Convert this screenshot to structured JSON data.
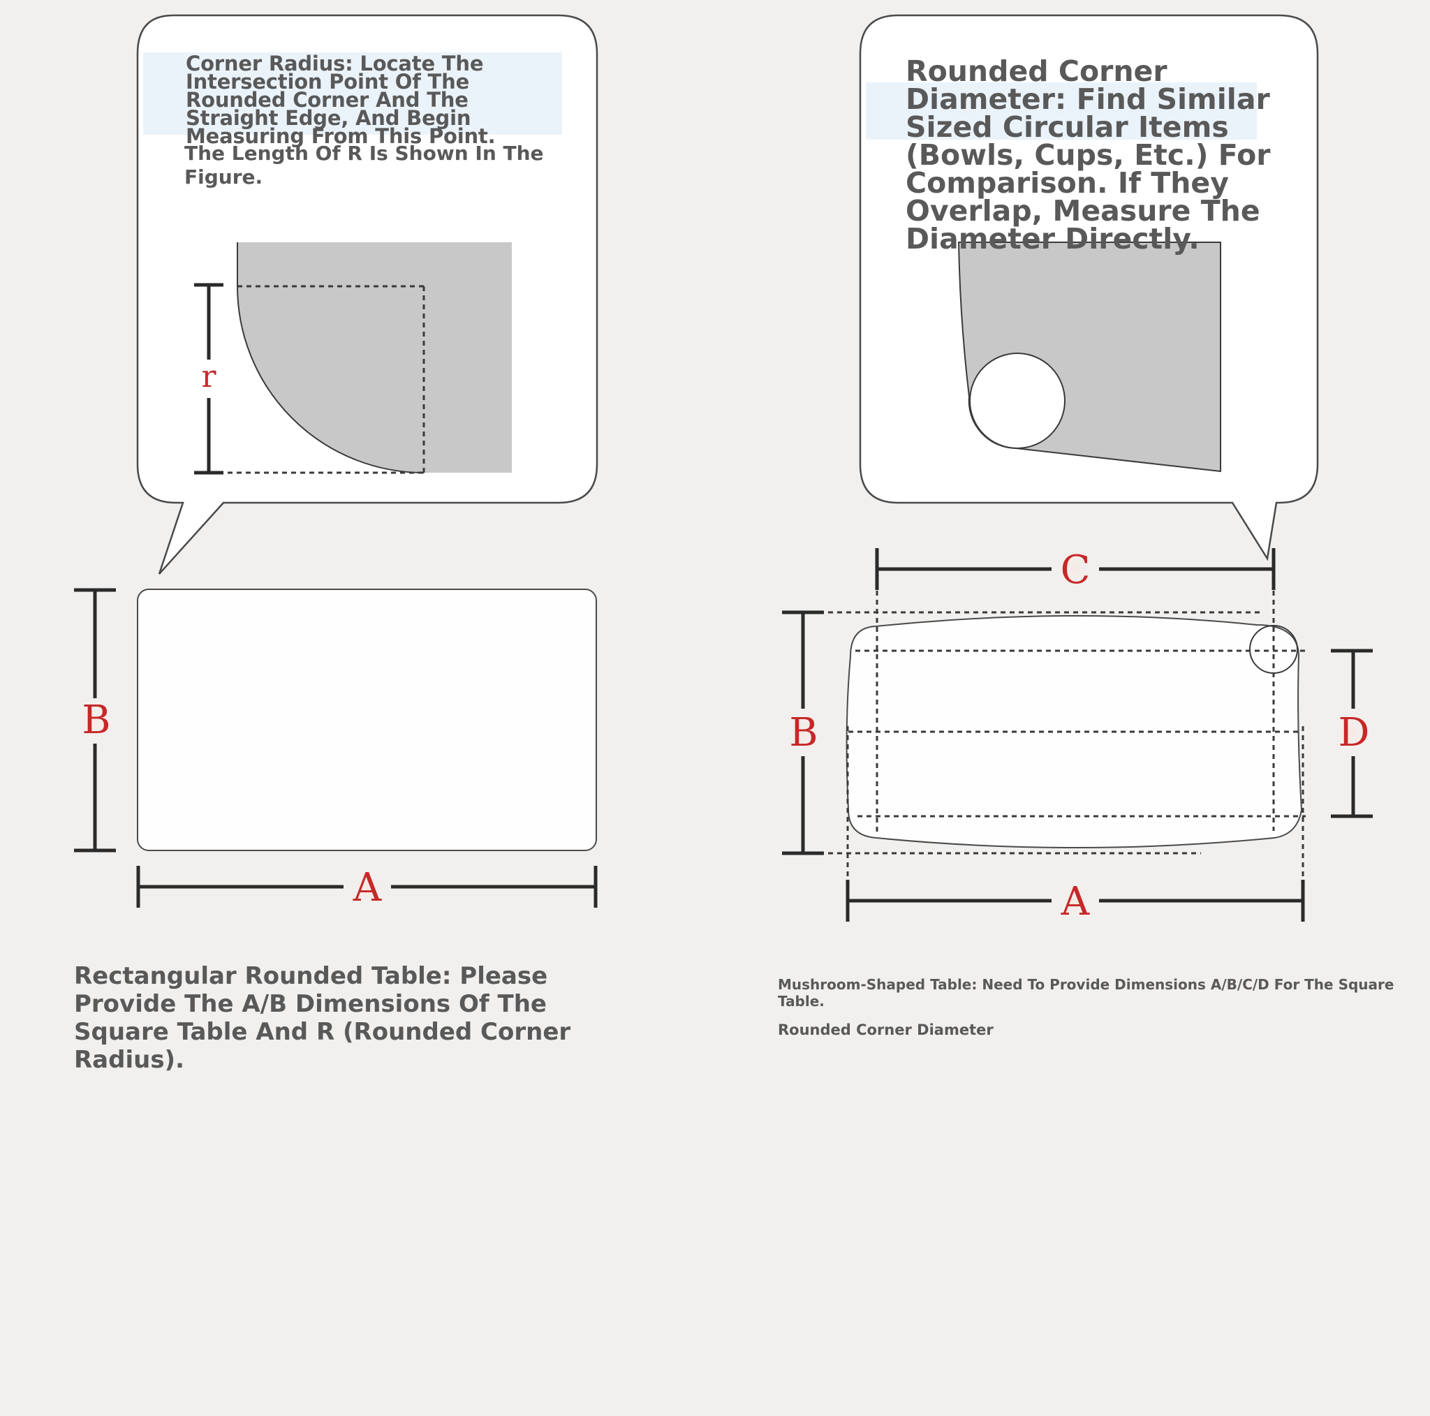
{
  "left_panel": {
    "bubble_title": "Corner Radius: Locate The Intersection Point Of The Rounded Corner And The Straight Edge, And Begin Measuring From This Point.",
    "bubble_subtitle": "The Length Of R Is Shown In The Figure.",
    "radius_label": "r",
    "width_label": "A",
    "height_label": "B",
    "caption": "Rectangular Rounded Table: Please Provide The A/B Dimensions Of The Square Table And R (Rounded Corner Radius)."
  },
  "right_panel": {
    "bubble_title": "Rounded Corner Diameter: Find Similar Sized Circular Items (Bowls, Cups, Etc.) For Comparison. If They Overlap, Measure The Diameter Directly.",
    "top_label": "C",
    "left_label": "B",
    "right_label": "D",
    "bottom_label": "A",
    "caption": "Mushroom-Shaped Table: Need To Provide Dimensions A/B/C/D For The Square Table.",
    "caption_sub": "Rounded Corner Diameter"
  },
  "colors": {
    "background": "#f1f0ee",
    "panel_fill": "#ffffff",
    "shape_fill": "#c8c8c8",
    "dimension_line": "#2a2a2a",
    "label_red": "#c62828",
    "text_gray": "#595959"
  }
}
